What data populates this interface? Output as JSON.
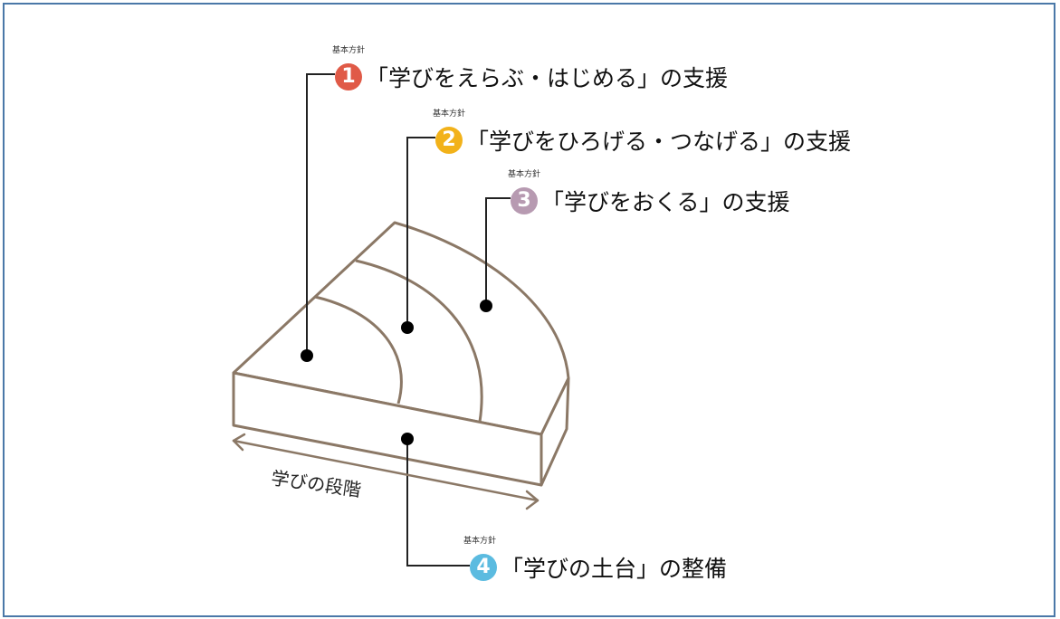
{
  "small_label": "基本方針",
  "policies": [
    {
      "number": "1",
      "text": "「学びをえらぶ・はじめる」の支援",
      "color": "#e05a47"
    },
    {
      "number": "2",
      "text": "「学びをひろげる・つなげる」の支援",
      "color": "#f2b21a"
    },
    {
      "number": "3",
      "text": "「学びをおくる」の支援",
      "color": "#b79ab1"
    },
    {
      "number": "4",
      "text": "「学びの土台」の整備",
      "color": "#5bbbe0"
    }
  ],
  "axis_label": "学びの段階",
  "colors": {
    "frame": "#4a78a8",
    "shape_outline": "#8b7866",
    "leader_line": "#222222"
  }
}
